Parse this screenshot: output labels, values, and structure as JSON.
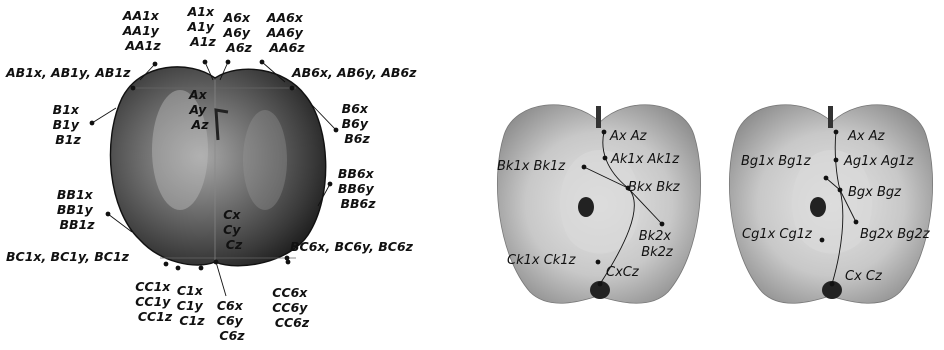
{
  "panel_whole": {
    "top": {
      "aa1": [
        "AA1x",
        "AA1y",
        "AA1z"
      ],
      "a1": [
        "A1x",
        "A1y",
        "A1z"
      ],
      "a6": [
        "A6x",
        "A6y",
        "A6z"
      ],
      "aa6": [
        "AA6x",
        "AA6y",
        "AA6z"
      ]
    },
    "ab1": "AB1x,  AB1y, AB1z",
    "ab6": "AB6x,  AB6y, AB6z",
    "b1": [
      "B1x",
      "B1y",
      "B1z"
    ],
    "b6": [
      "B6x",
      "B6y",
      "B6z"
    ],
    "a_center": [
      "Ax",
      "Ay",
      "Az"
    ],
    "c_center": [
      "Cx",
      "Cy",
      "Cz"
    ],
    "bb1": [
      "BB1x",
      "BB1y",
      "BB1z"
    ],
    "bb6": [
      "BB6x",
      "BB6y",
      "BB6z"
    ],
    "bc1": "BC1x,  BC1y, BC1z",
    "bc6": "BC6x,  BC6y, BC6z",
    "bottom": {
      "cc1": [
        "CC1x",
        "CC1y",
        "CC1z"
      ],
      "c1": [
        "C1x",
        "C1y",
        "C1z"
      ],
      "c6": [
        "C6x",
        "C6y",
        "C6z"
      ],
      "cc6": [
        "CC6x",
        "CC6y",
        "CC6z"
      ]
    }
  },
  "panel_section_k": {
    "a": "Ax  Az",
    "ak1": "Ak1x Ak1z",
    "bk1": "Bk1x Bk1z",
    "bk": "Bkx Bkz",
    "bk2": [
      "Bk2x",
      "Bk2z"
    ],
    "ck1": "Ck1x Ck1z",
    "c": "CxCz"
  },
  "panel_section_g": {
    "a": "Ax  Az",
    "ag1": "Ag1x Ag1z",
    "bg1": "Bg1x Bg1z",
    "bg": "Bgx Bgz",
    "bg2": "Bg2x Bg2z",
    "cg1": "Cg1x Cg1z",
    "c": "Cx Cz"
  }
}
